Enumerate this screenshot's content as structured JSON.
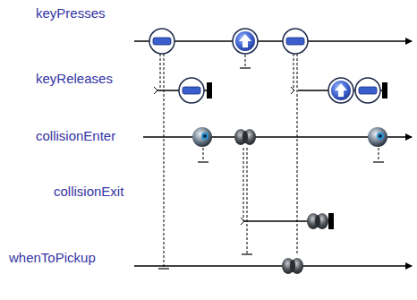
{
  "diagram": {
    "labels": [
      "keyPresses",
      "keyReleases",
      "collisionEnter",
      "collisionExit",
      "whenToPickup"
    ]
  }
}
